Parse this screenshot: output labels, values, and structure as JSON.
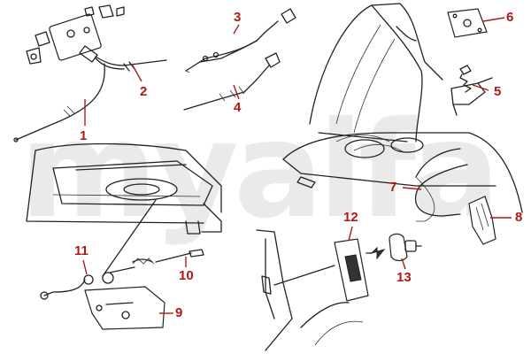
{
  "watermark": "myalfa",
  "callouts": [
    {
      "id": "1",
      "label": "1"
    },
    {
      "id": "2",
      "label": "2"
    },
    {
      "id": "3",
      "label": "3"
    },
    {
      "id": "4",
      "label": "4"
    },
    {
      "id": "5",
      "label": "5"
    },
    {
      "id": "6",
      "label": "6"
    },
    {
      "id": "7",
      "label": "7"
    },
    {
      "id": "8",
      "label": "8"
    },
    {
      "id": "9",
      "label": "9"
    },
    {
      "id": "10",
      "label": "10"
    },
    {
      "id": "11",
      "label": "11"
    },
    {
      "id": "12",
      "label": "12"
    },
    {
      "id": "13",
      "label": "13"
    }
  ],
  "colors": {
    "callout": "#b01818",
    "line": "#222222",
    "watermark": "#d9d9d9"
  }
}
